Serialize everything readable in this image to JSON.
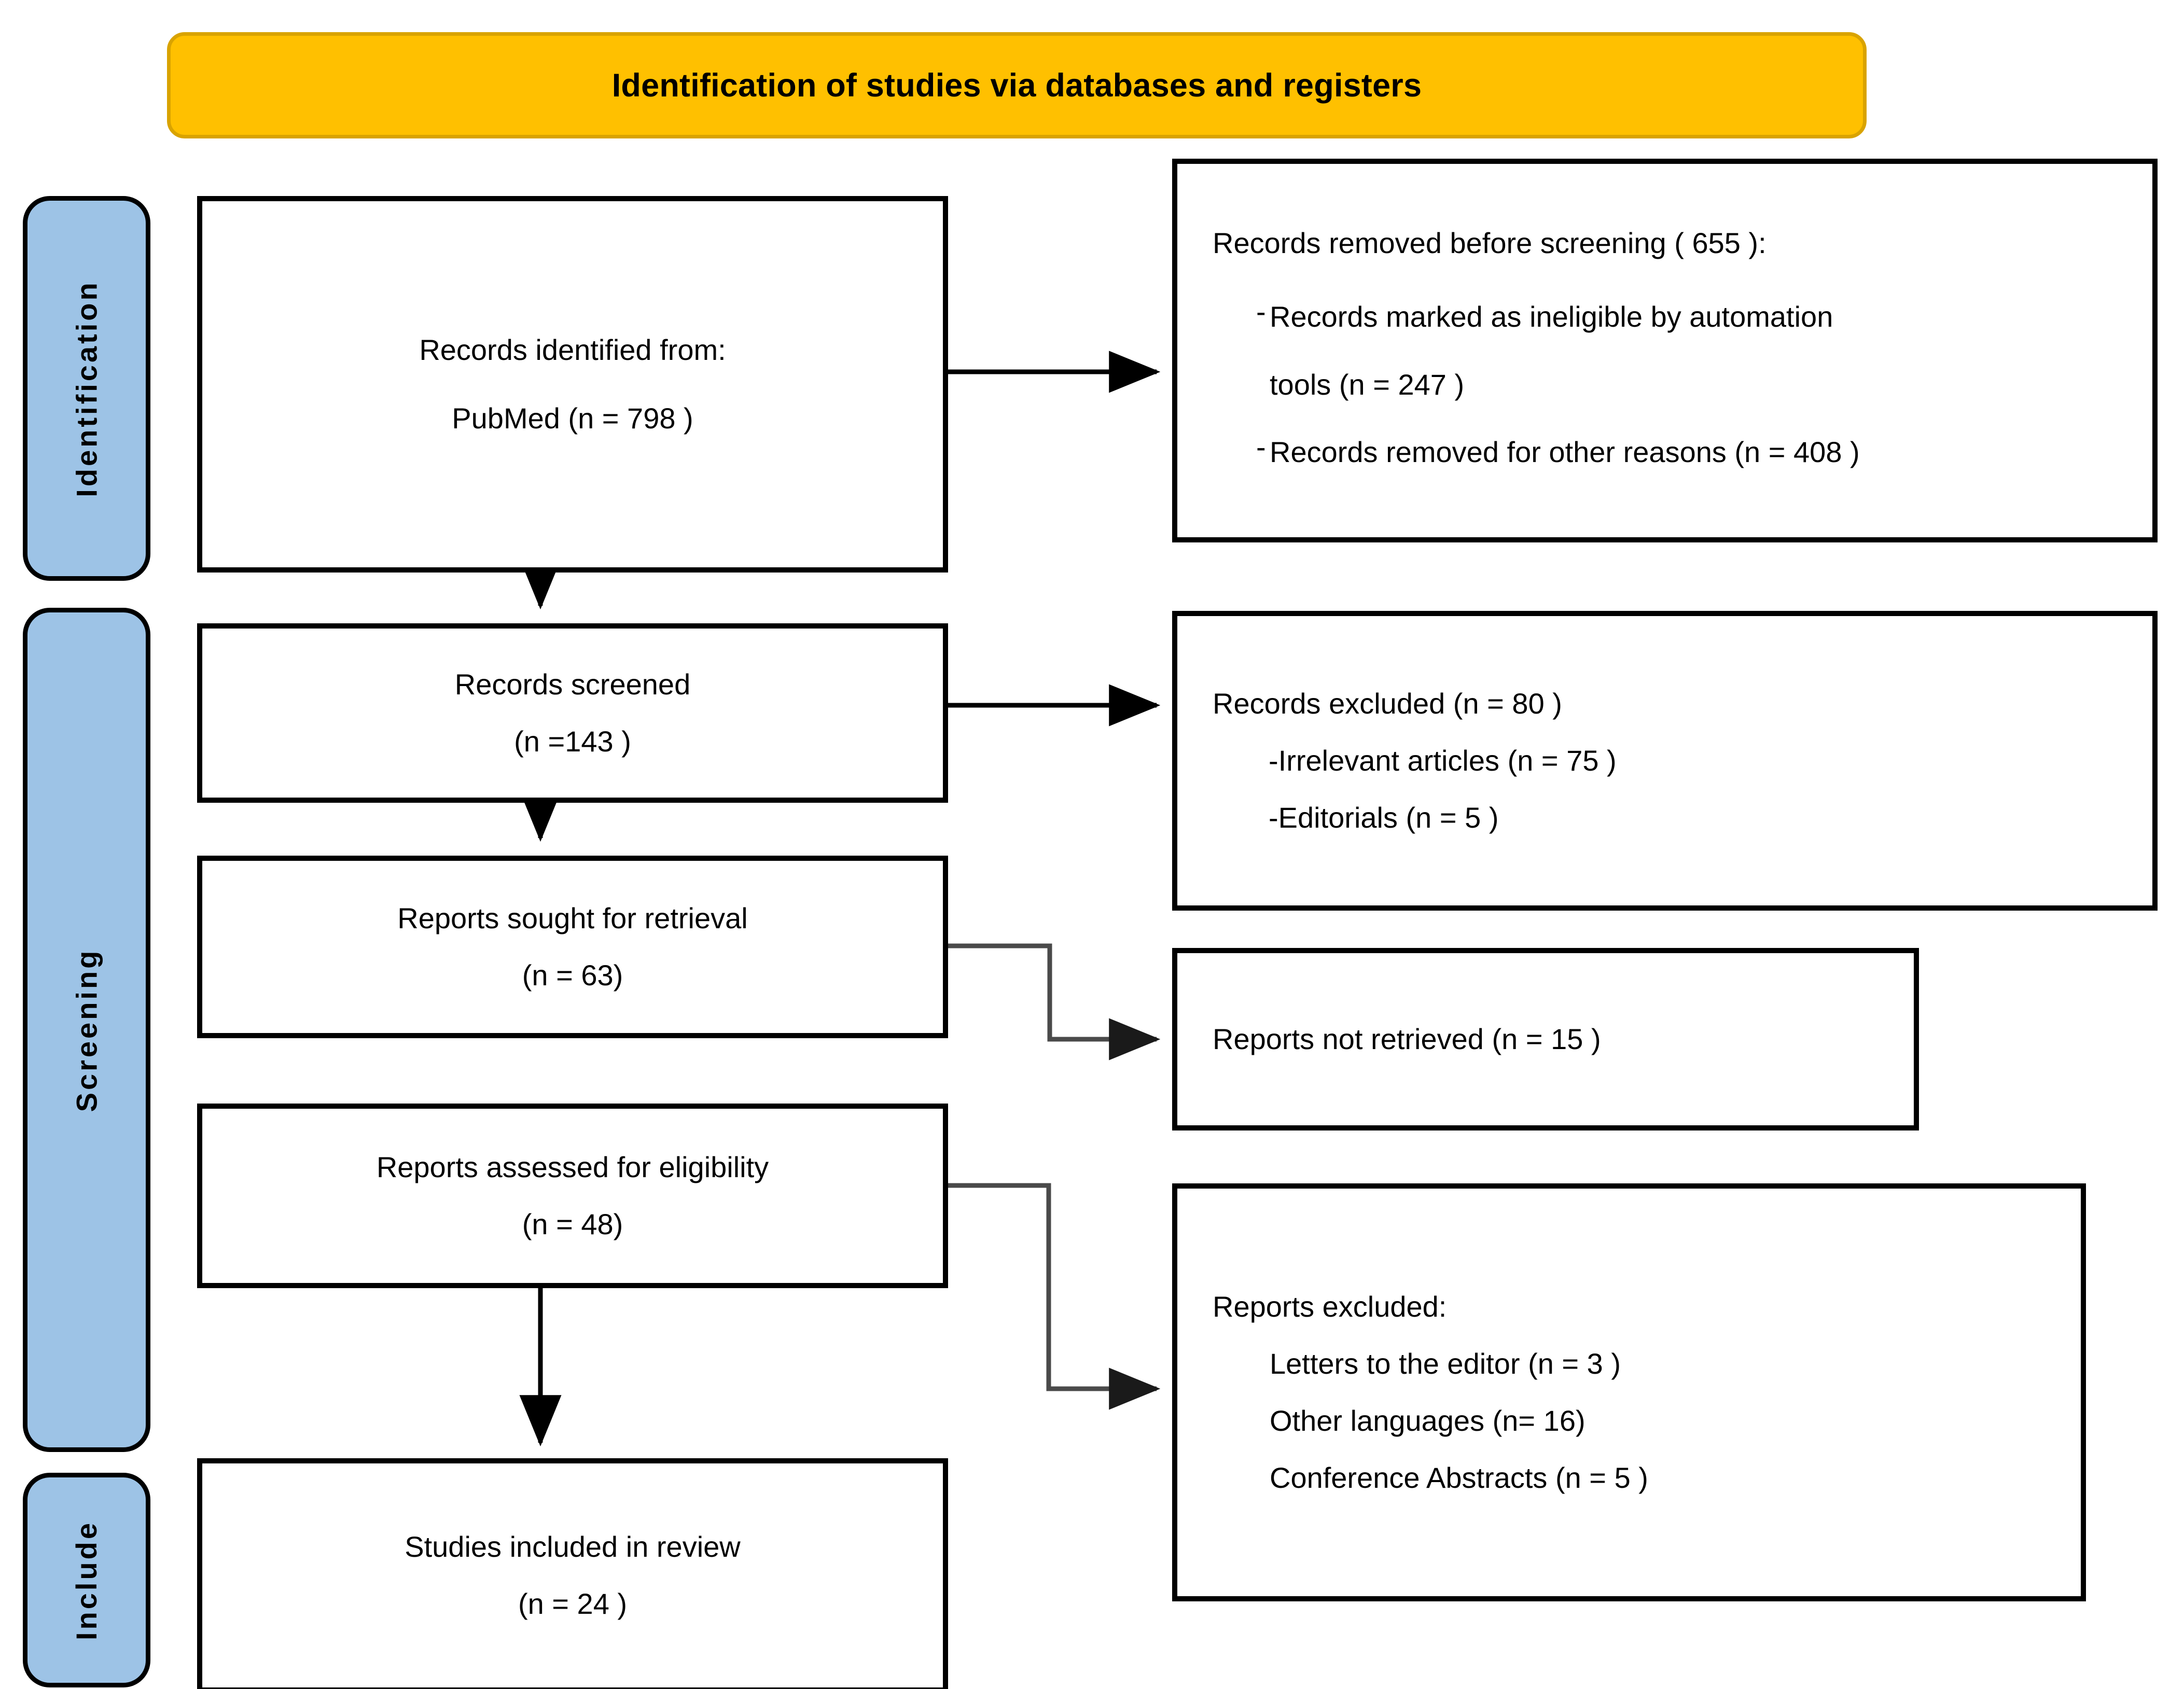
{
  "banner": {
    "title": "Identification of studies via databases and registers",
    "bg_color": "#FFC000"
  },
  "stages": [
    {
      "key": "identification",
      "label": "Identification",
      "color": "#9DC3E6"
    },
    {
      "key": "screening",
      "label": "Screening",
      "color": "#9DC3E6"
    },
    {
      "key": "include",
      "label": "Include",
      "color": "#9DC3E6"
    }
  ],
  "boxes": {
    "identified": {
      "line1": "Records identified from:",
      "line2": "PubMed (n = 798 )"
    },
    "removed": {
      "heading": "Records removed before screening ( 655 ):",
      "bullet_marker": "-",
      "item1_line1": "Records marked as ineligible by automation",
      "item1_line2": "tools (n = 247 )",
      "item2": "Records removed for other reasons (n = 408 )"
    },
    "screened": {
      "line1": "Records screened",
      "line2": "(n =143 )"
    },
    "excluded_records": {
      "heading": "Records excluded (n = 80 )",
      "item1": "-Irrelevant articles (n = 75 )",
      "item2": "-Editorials (n = 5 )"
    },
    "sought": {
      "line1": "Reports sought for retrieval",
      "line2": "(n = 63)"
    },
    "not_retrieved": {
      "line1": "Reports not retrieved (n = 15 )"
    },
    "assessed": {
      "line1": "Reports assessed  for eligibility",
      "line2": "(n = 48)"
    },
    "excluded_reports": {
      "heading": "Reports excluded:",
      "item1": "Letters to the editor (n = 3 )",
      "item2": "Other languages  (n= 16)",
      "item3": "Conference Abstracts  (n = 5 )"
    },
    "included": {
      "line1": "Studies included in review",
      "line2": "(n = 24 )"
    }
  },
  "connectors": [
    {
      "name": "identified-to-removed",
      "type": "straight-right"
    },
    {
      "name": "identified-to-screened",
      "type": "straight-down"
    },
    {
      "name": "screened-to-excluded",
      "type": "straight-right"
    },
    {
      "name": "screened-to-sought",
      "type": "straight-down"
    },
    {
      "name": "sought-to-not-retrieved",
      "type": "elbow-right"
    },
    {
      "name": "assessed-to-excluded",
      "type": "elbow-right"
    },
    {
      "name": "assessed-to-included",
      "type": "straight-down"
    }
  ]
}
